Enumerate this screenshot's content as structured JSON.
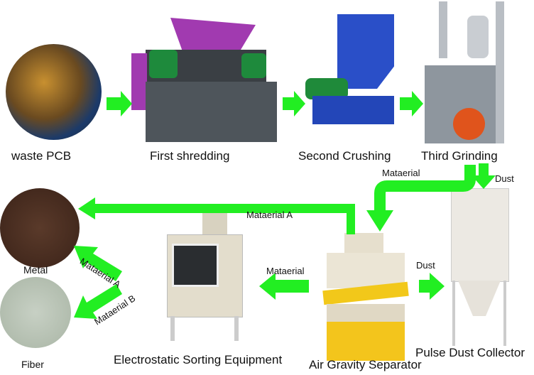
{
  "colors": {
    "arrow": "#22ee22",
    "text": "#111111"
  },
  "stages": {
    "waste_pcb": "waste PCB",
    "first": "First shredding",
    "second": "Second Crushing",
    "third": "Third Grinding",
    "electrostatic": "Electrostatic Sorting Equipment",
    "air_gravity": "Air Gravity Separator",
    "dust_collector": "Pulse Dust Collector",
    "metal": "Metal",
    "fiber": "Fiber"
  },
  "flow_labels": {
    "material_to_separator": "Mataerial",
    "dust_top": "Dust",
    "material_a_top": "Mataerial A",
    "material_to_electrostatic": "Mataerial",
    "dust_right": "Dust",
    "material_a_diag": "Mataerial A",
    "material_b_diag": "Mataerial B"
  }
}
